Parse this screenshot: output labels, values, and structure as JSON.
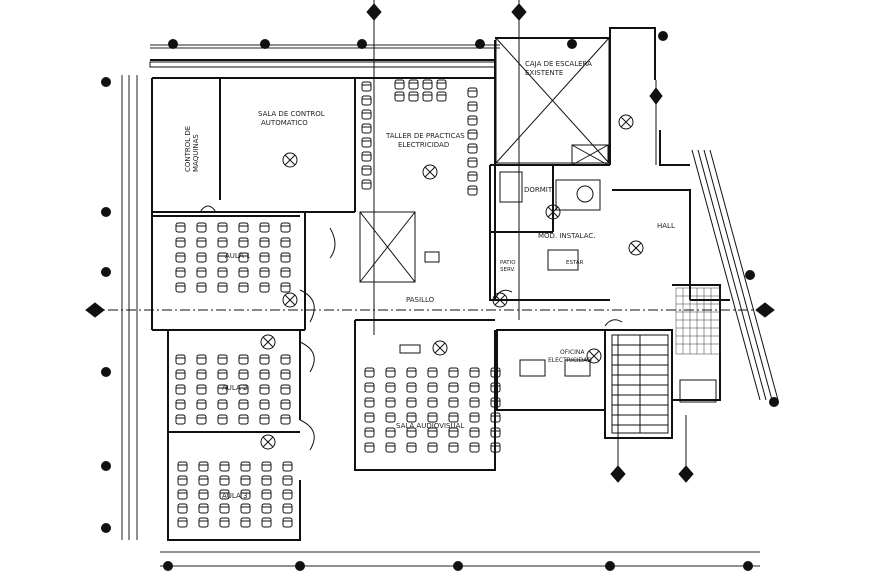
{
  "rooms": {
    "caja_escalera": [
      "CAJA DE ESCALERA",
      "EXISTENTE"
    ],
    "sala_control": [
      "SALA DE CONTROL",
      "AUTOMATICO"
    ],
    "control_maquinas": [
      "CONTROL DE",
      "MAQUINAS"
    ],
    "taller": [
      "TALLER DE PRACTICAS",
      "ELECTRICIDAD"
    ],
    "dormit": "DORMIT",
    "mod_instalac": "MOD. INSTALAC.",
    "patio_serv": [
      "PATIO",
      "SERV."
    ],
    "estar": "ESTAR",
    "hall": "HALL",
    "aula1": "AULA 1",
    "pasillo": "PASILLO",
    "oficina": [
      "OFICINA",
      "ELECTRICIDAD"
    ],
    "aula2": "AULA 2",
    "sala_audiovisual": "SALA AUDIOVISUAL",
    "aula3": "AULA 3"
  },
  "colors": {
    "line": "#111111",
    "background": "#ffffff"
  }
}
